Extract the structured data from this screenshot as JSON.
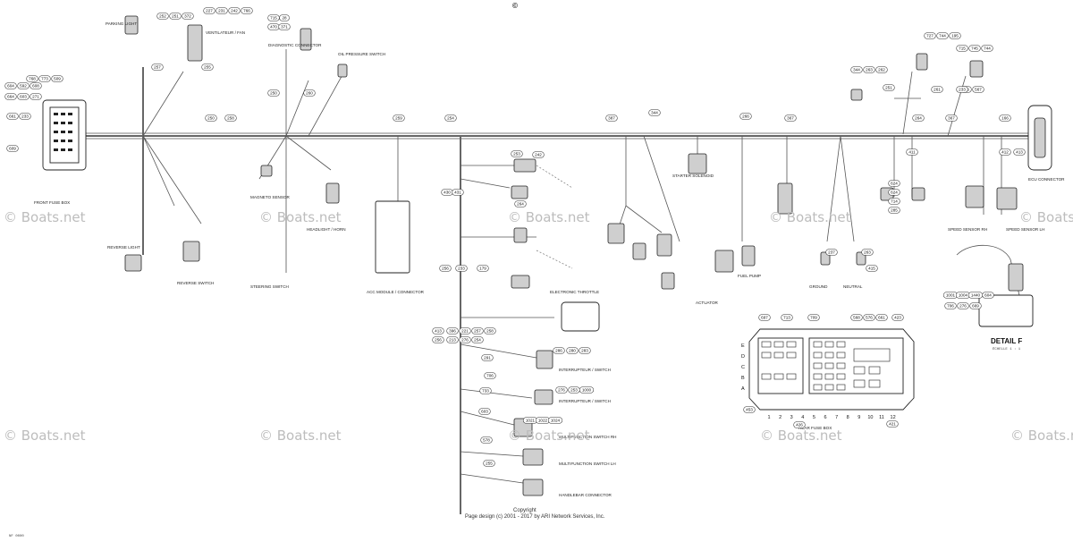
{
  "header": {
    "symbol": "©"
  },
  "watermark": {
    "text": "© Boats.net"
  },
  "footer": {
    "copyright": "Copyright",
    "design": "Page design (c) 2001 - 2017 by ARI Network Services, Inc.",
    "drawing_code": "NF 0000"
  },
  "detail": {
    "title": "DETAIL F",
    "scale": "ÉCHELLE 1 : 1"
  },
  "fuse_box": {
    "rows": [
      "E",
      "D",
      "C",
      "B",
      "A"
    ],
    "columns": [
      "1",
      "2",
      "3",
      "4",
      "5",
      "6",
      "7",
      "8",
      "9",
      "10",
      "11",
      "12"
    ]
  },
  "annotations": [
    {
      "id": "parking-light",
      "text": "PARKING LIGHT"
    },
    {
      "id": "ventilator",
      "text": "VENTILATEUR / FAN"
    },
    {
      "id": "diagnostic",
      "text": "DIAGNOSTIC CONNECTOR"
    },
    {
      "id": "oil-sensor",
      "text": "OIL PRESSURE SWITCH"
    },
    {
      "id": "fuse-box-front",
      "text": "FRONT FUSE BOX"
    },
    {
      "id": "reverse-light",
      "text": "REVERSE LIGHT"
    },
    {
      "id": "reverse-switch",
      "text": "REVERSE SWITCH"
    },
    {
      "id": "mag-sensor",
      "text": "MAGNETO SENSOR"
    },
    {
      "id": "headlight",
      "text": "HEADLIGHT / HORN"
    },
    {
      "id": "module",
      "text": "ACC MODULE / CONNECTOR"
    },
    {
      "id": "steering-sw",
      "text": "STEERING SWITCH"
    },
    {
      "id": "throttle",
      "text": "ELECTRONIC THROTTLE"
    },
    {
      "id": "fuel-pump",
      "text": "FUEL PUMP"
    },
    {
      "id": "starter",
      "text": "STARTER SOLENOID"
    },
    {
      "id": "actuator",
      "text": "ACTUATOR"
    },
    {
      "id": "ground",
      "text": "GROUND"
    },
    {
      "id": "neutral",
      "text": "NEUTRAL"
    },
    {
      "id": "fuse-box-rear",
      "text": "REAR FUSE BOX"
    },
    {
      "id": "sensor-rh",
      "text": "SPEED SENSOR RH"
    },
    {
      "id": "sensor-lh",
      "text": "SPEED SENSOR LH"
    },
    {
      "id": "ecu-connector",
      "text": "ECU CONNECTOR"
    },
    {
      "id": "interrupteur-1",
      "text": "INTERRUPTEUR / SWITCH"
    },
    {
      "id": "interrupteur-2",
      "text": "INTERRUPTEUR / SWITCH"
    },
    {
      "id": "multifunction-rh",
      "text": "MULTIFUNCTION SWITCH RH"
    },
    {
      "id": "multifunction-lh",
      "text": "MULTIFUNCTION SWITCH LH"
    },
    {
      "id": "handlebar",
      "text": "HANDLEBAR CONNECTOR"
    }
  ],
  "bubbles": [
    {
      "id": "b1",
      "text": "252"
    },
    {
      "id": "b2",
      "text": "251"
    },
    {
      "id": "b3",
      "text": "372"
    },
    {
      "id": "b4",
      "text": "227"
    },
    {
      "id": "b5",
      "text": "231"
    },
    {
      "id": "b6",
      "text": "242"
    },
    {
      "id": "b7",
      "text": "766"
    },
    {
      "id": "b8",
      "text": "715"
    },
    {
      "id": "b9",
      "text": "28"
    },
    {
      "id": "b10",
      "text": "470"
    },
    {
      "id": "b11",
      "text": "371"
    },
    {
      "id": "b12",
      "text": "768"
    },
    {
      "id": "b13",
      "text": "773"
    },
    {
      "id": "b14",
      "text": "509"
    },
    {
      "id": "b15",
      "text": "604"
    },
    {
      "id": "b16",
      "text": "592"
    },
    {
      "id": "b17",
      "text": "608"
    },
    {
      "id": "b18",
      "text": "664"
    },
    {
      "id": "b19",
      "text": "603"
    },
    {
      "id": "b20",
      "text": "271"
    },
    {
      "id": "b21",
      "text": "661"
    },
    {
      "id": "b22",
      "text": "233"
    },
    {
      "id": "b23",
      "text": "609"
    },
    {
      "id": "b24",
      "text": "257"
    },
    {
      "id": "b25",
      "text": "255"
    },
    {
      "id": "b26",
      "text": "250"
    },
    {
      "id": "b27",
      "text": "258"
    },
    {
      "id": "b28",
      "text": "250"
    },
    {
      "id": "b29",
      "text": "260"
    },
    {
      "id": "b30",
      "text": "259"
    },
    {
      "id": "b31",
      "text": "254"
    },
    {
      "id": "b32",
      "text": "253"
    },
    {
      "id": "b33",
      "text": "264"
    },
    {
      "id": "b34",
      "text": "242"
    },
    {
      "id": "b35",
      "text": "387"
    },
    {
      "id": "b36",
      "text": "344"
    },
    {
      "id": "b37",
      "text": "266"
    },
    {
      "id": "b38",
      "text": "367"
    },
    {
      "id": "b39",
      "text": "264"
    },
    {
      "id": "b40",
      "text": "367"
    },
    {
      "id": "b41",
      "text": "166"
    },
    {
      "id": "b42",
      "text": "344"
    },
    {
      "id": "b43",
      "text": "263"
    },
    {
      "id": "b44",
      "text": "262"
    },
    {
      "id": "b45",
      "text": "251"
    },
    {
      "id": "b46",
      "text": "261"
    },
    {
      "id": "b47",
      "text": "255"
    },
    {
      "id": "b48",
      "text": "727"
    },
    {
      "id": "b49",
      "text": "744"
    },
    {
      "id": "b50",
      "text": "195"
    },
    {
      "id": "b51",
      "text": "715"
    },
    {
      "id": "b52",
      "text": "745"
    },
    {
      "id": "b53",
      "text": "744"
    },
    {
      "id": "b54",
      "text": "233"
    },
    {
      "id": "b55",
      "text": "567"
    },
    {
      "id": "b56",
      "text": "1001"
    },
    {
      "id": "b57",
      "text": "1004"
    },
    {
      "id": "b58",
      "text": "1440"
    },
    {
      "id": "b59",
      "text": "604"
    },
    {
      "id": "b60",
      "text": "706"
    },
    {
      "id": "b61",
      "text": "276"
    },
    {
      "id": "b62",
      "text": "669"
    },
    {
      "id": "b63",
      "text": "697"
    },
    {
      "id": "b64",
      "text": "713"
    },
    {
      "id": "b65",
      "text": "709"
    },
    {
      "id": "b66",
      "text": "568"
    },
    {
      "id": "b67",
      "text": "576"
    },
    {
      "id": "b68",
      "text": "661"
    },
    {
      "id": "b69",
      "text": "423"
    },
    {
      "id": "b70",
      "text": "453"
    },
    {
      "id": "b71",
      "text": "426"
    },
    {
      "id": "b72",
      "text": "421"
    },
    {
      "id": "b73",
      "text": "413"
    },
    {
      "id": "b74",
      "text": "396"
    },
    {
      "id": "b75",
      "text": "221"
    },
    {
      "id": "b76",
      "text": "257"
    },
    {
      "id": "b77",
      "text": "258"
    },
    {
      "id": "b78",
      "text": "256"
    },
    {
      "id": "b79",
      "text": "213"
    },
    {
      "id": "b80",
      "text": "276"
    },
    {
      "id": "b81",
      "text": "254"
    },
    {
      "id": "b82",
      "text": "291"
    },
    {
      "id": "b83",
      "text": "706"
    },
    {
      "id": "b84",
      "text": "733"
    },
    {
      "id": "b85",
      "text": "603"
    },
    {
      "id": "b86",
      "text": "578"
    },
    {
      "id": "b87",
      "text": "255"
    },
    {
      "id": "b88",
      "text": "256"
    },
    {
      "id": "b89",
      "text": "233"
    },
    {
      "id": "b90",
      "text": "179"
    },
    {
      "id": "b91",
      "text": "286"
    },
    {
      "id": "b92",
      "text": "280"
    },
    {
      "id": "b93",
      "text": "283"
    },
    {
      "id": "b94",
      "text": "276"
    },
    {
      "id": "b95",
      "text": "253"
    },
    {
      "id": "b96",
      "text": "1000"
    },
    {
      "id": "b97",
      "text": "1021"
    },
    {
      "id": "b98",
      "text": "1022"
    },
    {
      "id": "b99",
      "text": "1024"
    },
    {
      "id": "b100",
      "text": "624"
    },
    {
      "id": "b101",
      "text": "624"
    },
    {
      "id": "b102",
      "text": "714"
    },
    {
      "id": "b103",
      "text": "285"
    },
    {
      "id": "b104",
      "text": "237"
    },
    {
      "id": "b105",
      "text": "263"
    },
    {
      "id": "b106",
      "text": "415"
    },
    {
      "id": "b107",
      "text": "411"
    },
    {
      "id": "b108",
      "text": "412"
    },
    {
      "id": "b109",
      "text": "413"
    },
    {
      "id": "b110",
      "text": "430"
    },
    {
      "id": "b111",
      "text": "431"
    }
  ]
}
